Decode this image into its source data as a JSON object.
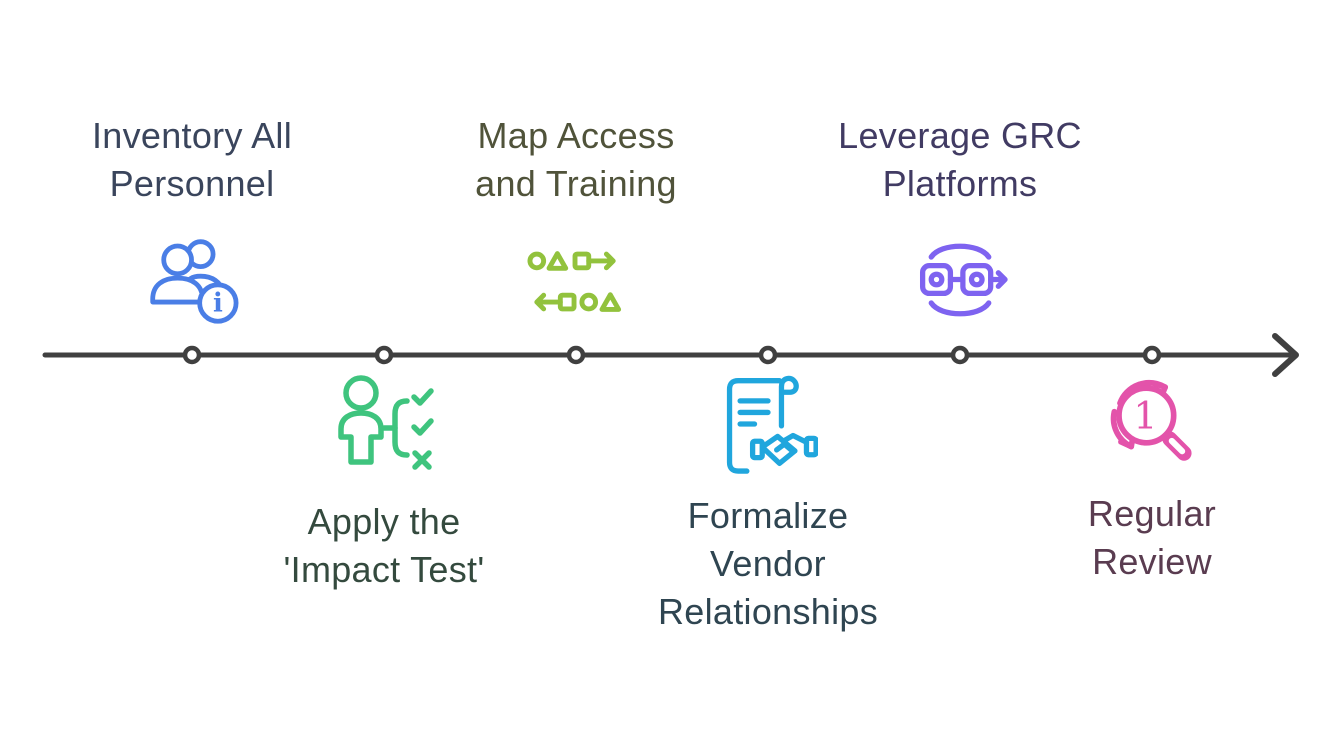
{
  "diagram": {
    "background": "#ffffff",
    "timeline": {
      "line_color": "#404040",
      "node_fill": "#ffffff",
      "node_count": 6,
      "direction": "left-to-right"
    },
    "milestones": [
      {
        "label": "Inventory All Personnel",
        "lines": [
          "Inventory All",
          "Personnel"
        ],
        "side": "above",
        "text_color": "#3a455c",
        "icon": "people-info-icon",
        "icon_color": "#4a7ee6",
        "badge_glyph": "i"
      },
      {
        "label": "Apply the 'Impact Test'",
        "lines": [
          "Apply the",
          "'Impact Test'"
        ],
        "side": "below",
        "text_color": "#344a3e",
        "icon": "person-checklist-icon",
        "icon_color": "#3fc47e"
      },
      {
        "label": "Map Access and Training",
        "lines": [
          "Map Access",
          "and Training"
        ],
        "side": "above",
        "text_color": "#50533a",
        "icon": "shapes-flow-icon",
        "icon_color": "#92c23d"
      },
      {
        "label": "Formalize Vendor Relationships",
        "lines": [
          "Formalize",
          "Vendor",
          "Relationships"
        ],
        "side": "below",
        "text_color": "#2f4551",
        "icon": "contract-handshake-icon",
        "icon_color": "#20a6dd"
      },
      {
        "label": "Leverage GRC Platforms",
        "lines": [
          "Leverage GRC",
          "Platforms"
        ],
        "side": "above",
        "text_color": "#413b63",
        "icon": "workflow-cycle-icon",
        "icon_color": "#7e63f0"
      },
      {
        "label": "Regular Review",
        "lines": [
          "Regular",
          "Review"
        ],
        "side": "below",
        "text_color": "#5a3c50",
        "icon": "review-magnifier-icon",
        "icon_color": "#e353aa",
        "number_glyph": "1"
      }
    ]
  }
}
